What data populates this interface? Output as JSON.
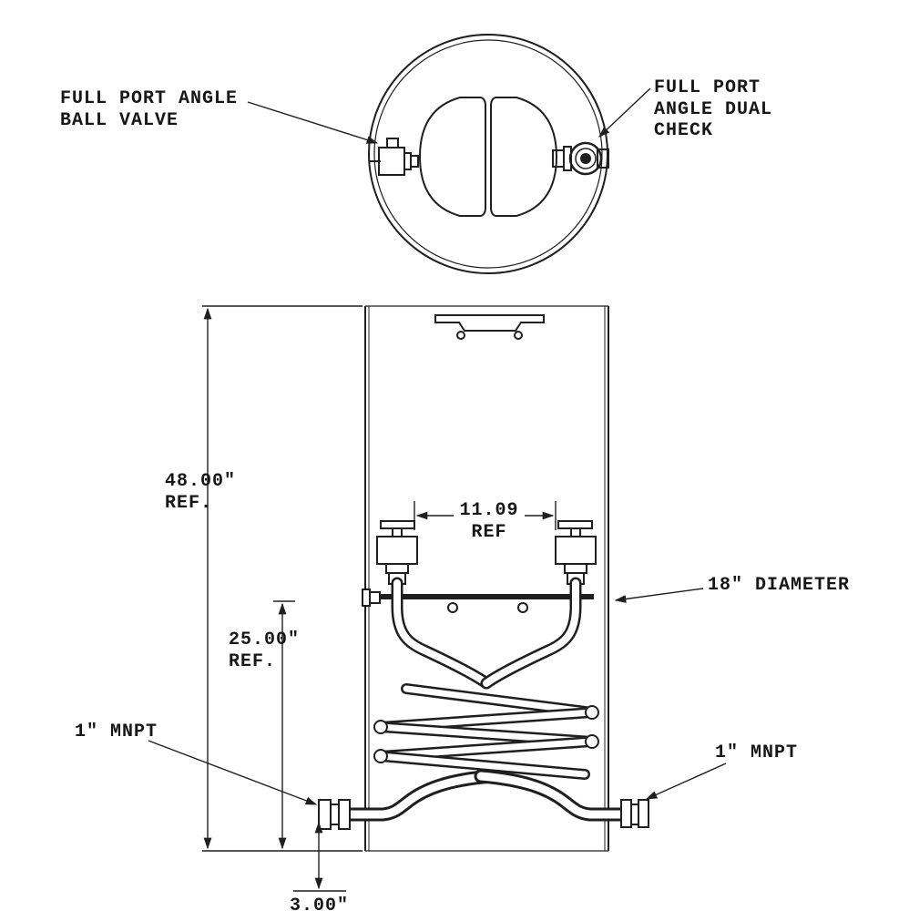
{
  "labels": {
    "ball_valve": "FULL PORT ANGLE\nBALL VALVE",
    "dual_check": "FULL PORT\nANGLE DUAL\nCHECK",
    "height_ref": "48.00\"\nREF.",
    "offset_ref": "25.00\"\nREF.",
    "spacing_ref": "11.09\nREF",
    "diameter": "18\" DIAMETER",
    "mnpt_left": "1\" MNPT",
    "mnpt_right": "1\" MNPT",
    "bottom_dim": "3.00\""
  },
  "colors": {
    "line": "#1f1f1f",
    "background": "#ffffff"
  }
}
